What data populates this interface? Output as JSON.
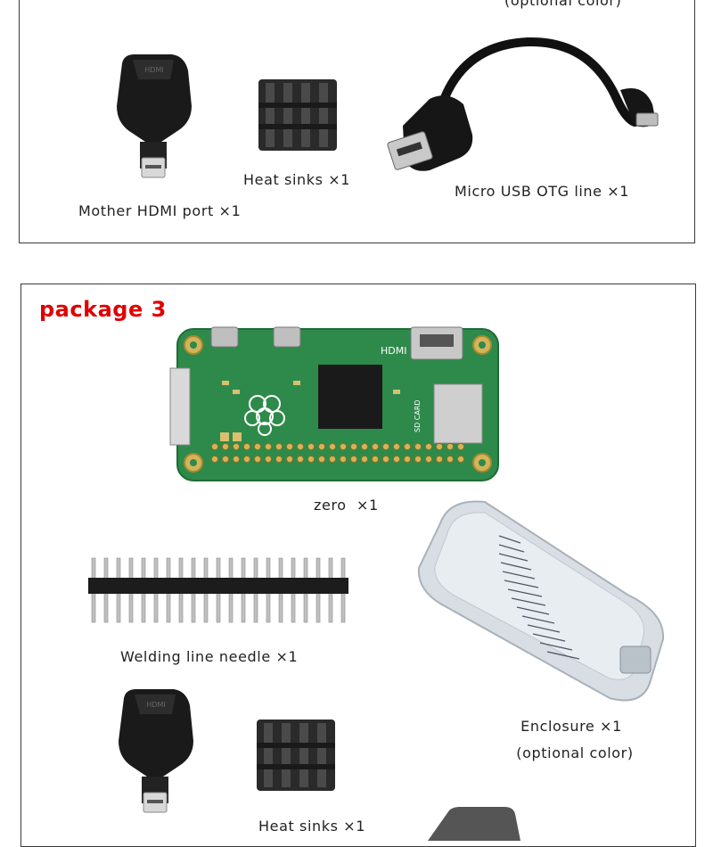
{
  "package2": {
    "optional_color_top": "(optional color)",
    "hdmi_label": "Mother HDMI port ×1",
    "heatsink_label": "Heat sinks ×1",
    "otg_label": "Micro USB OTG line ×1"
  },
  "package3": {
    "title": "package 3",
    "zero_label": "zero  ×1",
    "header_label": "Welding line needle ×1",
    "enclosure_label": "Enclosure ×1",
    "enclosure_note": "(optional color)",
    "heatsink_label": "Heat sinks ×1"
  },
  "colors": {
    "title_red": "#e00000",
    "pcb_green": "#2e8a4a",
    "border": "#3a3a3a"
  }
}
